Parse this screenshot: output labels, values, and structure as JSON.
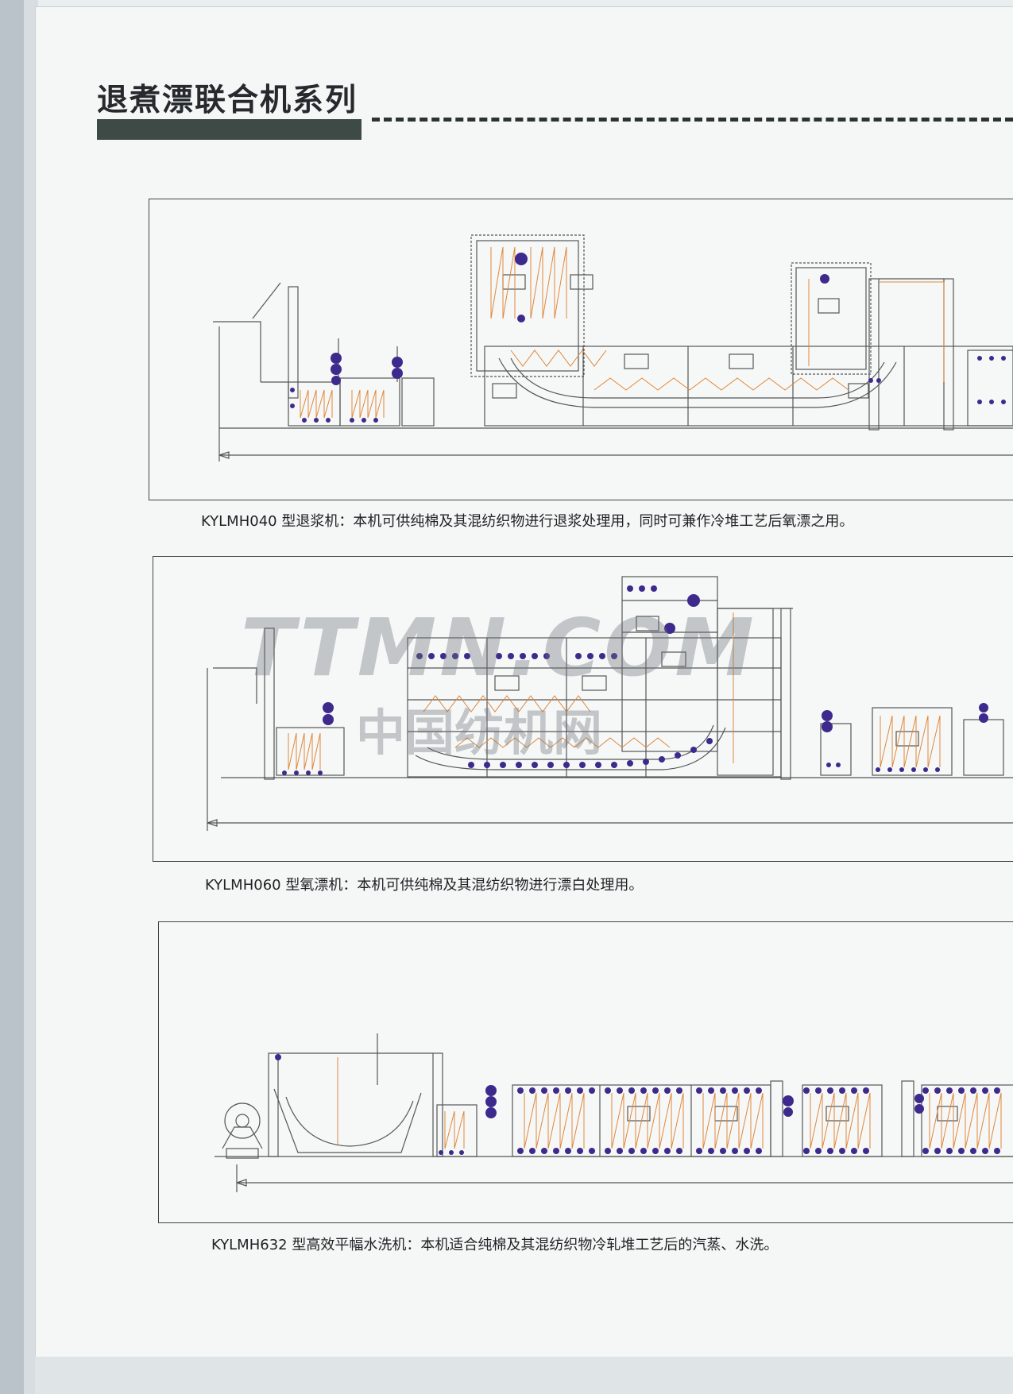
{
  "page": {
    "title": "退煮漂联合机系列"
  },
  "machines": [
    {
      "model": "KYLMH040 型退浆机",
      "description": "本机可供纯棉及其混纺织物进行退浆处理用，同时可兼作冷堆工艺后氧漂之用。"
    },
    {
      "model": "KYLMH060 型氧漂机",
      "description": "本机可供纯棉及其混纺织物进行漂白处理用。"
    },
    {
      "model": "KYLMH632 型高效平幅水洗机",
      "description": "本机适合纯棉及其混纺织物冷轧堆工艺后的汽蒸、水洗。"
    }
  ],
  "watermark": {
    "text_top": "TTMN.COM",
    "text_bottom": "中国纺机网"
  },
  "colors": {
    "roller": "#3d2a8c",
    "fabric_path": "#e0873a",
    "frame": "#555555",
    "title_bar": "#3d4a45"
  }
}
